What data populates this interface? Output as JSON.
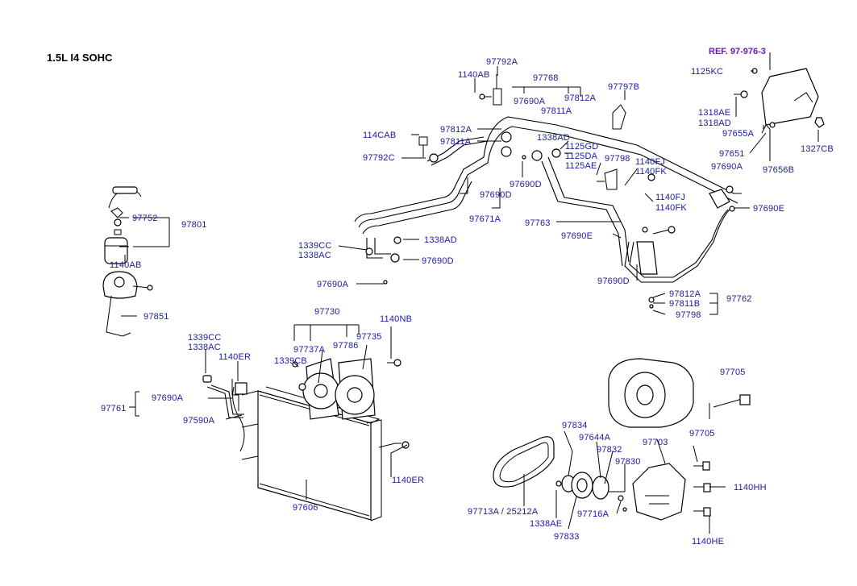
{
  "header": {
    "engine": "1.5L I4 SOHC"
  },
  "reference": {
    "text": "REF. 97-976-3"
  },
  "parts": [
    {
      "id": "p1",
      "text": "97792A"
    },
    {
      "id": "p2",
      "text": "1140AB"
    },
    {
      "id": "p3",
      "text": "97768"
    },
    {
      "id": "p4",
      "text": "97690A"
    },
    {
      "id": "p5",
      "text": "97812A"
    },
    {
      "id": "p6",
      "text": "97811A"
    },
    {
      "id": "p7",
      "text": "97797B"
    },
    {
      "id": "p8",
      "text": "1125KC"
    },
    {
      "id": "p9",
      "text": "1318AE"
    },
    {
      "id": "p10",
      "text": "1318AD"
    },
    {
      "id": "p11",
      "text": "97655A"
    },
    {
      "id": "p12",
      "text": "1327CB"
    },
    {
      "id": "p13",
      "text": "97651"
    },
    {
      "id": "p14",
      "text": "97690A"
    },
    {
      "id": "p15",
      "text": "97656B"
    },
    {
      "id": "p16",
      "text": "114CAB"
    },
    {
      "id": "p17",
      "text": "97812A"
    },
    {
      "id": "p18",
      "text": "97811A"
    },
    {
      "id": "p19",
      "text": "97792C"
    },
    {
      "id": "p20",
      "text": "1338AD"
    },
    {
      "id": "p21",
      "text": "1125GD"
    },
    {
      "id": "p22",
      "text": "1125DA"
    },
    {
      "id": "p23",
      "text": "1125AE"
    },
    {
      "id": "p24",
      "text": "97798"
    },
    {
      "id": "p25",
      "text": "1140FJ"
    },
    {
      "id": "p26",
      "text": "1140FK"
    },
    {
      "id": "p27",
      "text": "97690D"
    },
    {
      "id": "p28",
      "text": "97690D"
    },
    {
      "id": "p29",
      "text": "1140FJ"
    },
    {
      "id": "p30",
      "text": "1140FK"
    },
    {
      "id": "p31",
      "text": "97690E"
    },
    {
      "id": "p32",
      "text": "97671A"
    },
    {
      "id": "p33",
      "text": "97763"
    },
    {
      "id": "p34",
      "text": "97690E"
    },
    {
      "id": "p35",
      "text": "97752"
    },
    {
      "id": "p36",
      "text": "97801"
    },
    {
      "id": "p37",
      "text": "1339CC"
    },
    {
      "id": "p38",
      "text": "1338AC"
    },
    {
      "id": "p39",
      "text": "1338AD"
    },
    {
      "id": "p40",
      "text": "97690D"
    },
    {
      "id": "p41",
      "text": "97690A"
    },
    {
      "id": "p42",
      "text": "97690D"
    },
    {
      "id": "p43",
      "text": "1140AB"
    },
    {
      "id": "p44",
      "text": "97812A"
    },
    {
      "id": "p45",
      "text": "97762"
    },
    {
      "id": "p46",
      "text": "97811B"
    },
    {
      "id": "p47",
      "text": "97798"
    },
    {
      "id": "p48",
      "text": "97851"
    },
    {
      "id": "p49",
      "text": "97730"
    },
    {
      "id": "p50",
      "text": "1140NB"
    },
    {
      "id": "p51",
      "text": "1339CC"
    },
    {
      "id": "p52",
      "text": "1338AC"
    },
    {
      "id": "p53",
      "text": "97737A"
    },
    {
      "id": "p54",
      "text": "97786"
    },
    {
      "id": "p55",
      "text": "97735"
    },
    {
      "id": "p56",
      "text": "1140ER"
    },
    {
      "id": "p57",
      "text": "1339CB"
    },
    {
      "id": "p58",
      "text": "97705"
    },
    {
      "id": "p59",
      "text": "97761"
    },
    {
      "id": "p60",
      "text": "97690A"
    },
    {
      "id": "p61",
      "text": "97590A"
    },
    {
      "id": "p62",
      "text": "97834"
    },
    {
      "id": "p63",
      "text": "97644A"
    },
    {
      "id": "p64",
      "text": "97703"
    },
    {
      "id": "p65",
      "text": "97705"
    },
    {
      "id": "p66",
      "text": "97832"
    },
    {
      "id": "p67",
      "text": "97830"
    },
    {
      "id": "p68",
      "text": "1140ER"
    },
    {
      "id": "p69",
      "text": "1140HH"
    },
    {
      "id": "p70",
      "text": "97606"
    },
    {
      "id": "p71",
      "text": "97713A / 25212A"
    },
    {
      "id": "p72",
      "text": "1338AE"
    },
    {
      "id": "p73",
      "text": "97716A"
    },
    {
      "id": "p74",
      "text": "97833"
    },
    {
      "id": "p75",
      "text": "1140HE"
    }
  ]
}
